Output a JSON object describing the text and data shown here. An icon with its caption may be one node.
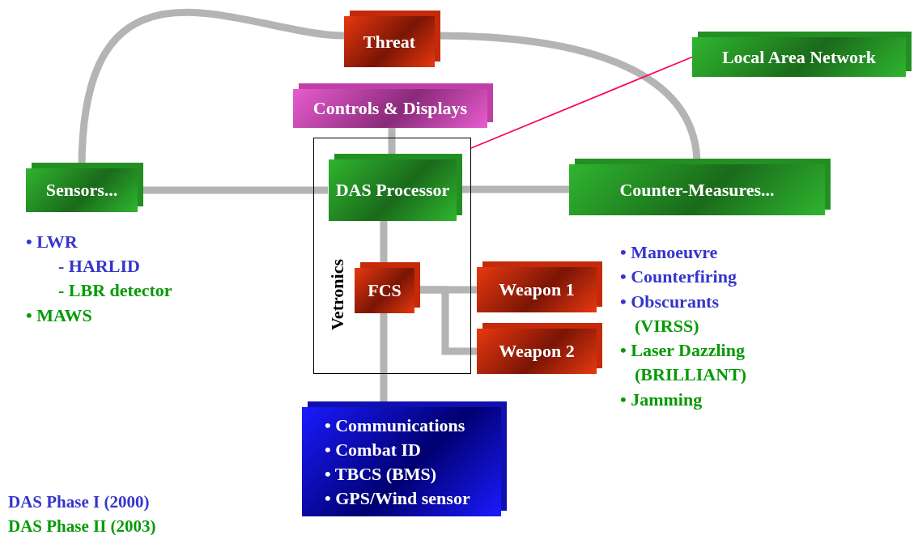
{
  "diagram": {
    "nodes": [
      {
        "text": [
          "Threat"
        ]
      },
      {
        "text": [
          "Local Area Network"
        ]
      },
      {
        "text": [
          "Controls & Displays"
        ]
      },
      {
        "text": [
          "Vetronics"
        ]
      },
      {
        "text": [
          "Sensors..."
        ]
      },
      {
        "text": [
          "DAS Processor"
        ],
        "in": 3
      },
      {
        "text": [
          "Counter-Measures..."
        ]
      },
      {
        "text": [
          "FCS"
        ],
        "in": 3
      },
      {
        "text": [
          "Weapon 1"
        ]
      },
      {
        "text": [
          "Weapon 2"
        ]
      },
      {
        "text": [
          "• Communications",
          "• Combat ID",
          "• TBCS (BMS)",
          "• GPS/Wind sensor"
        ]
      }
    ],
    "edges": [
      {
        "from": 4,
        "to": 0,
        "arrow": "none"
      },
      {
        "from": 0,
        "to": 6,
        "arrow": "none"
      },
      {
        "from": 2,
        "to": 5,
        "arrow": "none"
      },
      {
        "from": 4,
        "to": 5,
        "arrow": "none"
      },
      {
        "from": 5,
        "to": 6,
        "arrow": "none"
      },
      {
        "from": 5,
        "to": 7,
        "arrow": "none"
      },
      {
        "from": 7,
        "to": 8,
        "arrow": "none"
      },
      {
        "from": 7,
        "to": 9,
        "arrow": "none"
      },
      {
        "from": 7,
        "to": 10,
        "arrow": "none"
      },
      {
        "from": 1,
        "to": 3,
        "arrow": "none",
        "color": "#ff0066"
      }
    ],
    "labels": [
      "• LWR",
      "- HARLID",
      "- LBR detector",
      "• MAWS",
      "• Manoeuvre",
      "• Counterfiring",
      "• Obscurants",
      "(VIRSS)",
      "• Laser Dazzling",
      "(BRILLIANT)",
      "• Jamming",
      "DAS Phase I (2000)",
      "DAS Phase II (2003)"
    ]
  }
}
